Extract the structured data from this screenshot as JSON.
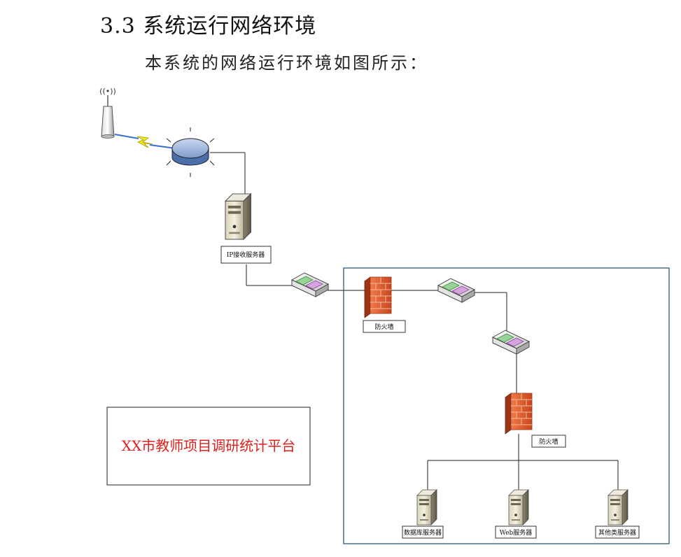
{
  "heading": "3.3 系统运行网络环境",
  "intro": "本系统的网络运行环境如图所示：",
  "labels": {
    "ip_server": "IP接收服务器",
    "firewall_1": "防火墙",
    "firewall_2": "防火墙",
    "db_server": "数据库服务器",
    "web_server": "Web服务器",
    "other_server": "其他类服务器"
  },
  "platform_title": "XX市教师项目调研统计平台",
  "icons": [
    "antenna-icon",
    "lightning-link-icon",
    "router-icon",
    "tower-server-icon",
    "switch-icon",
    "firewall-icon"
  ]
}
